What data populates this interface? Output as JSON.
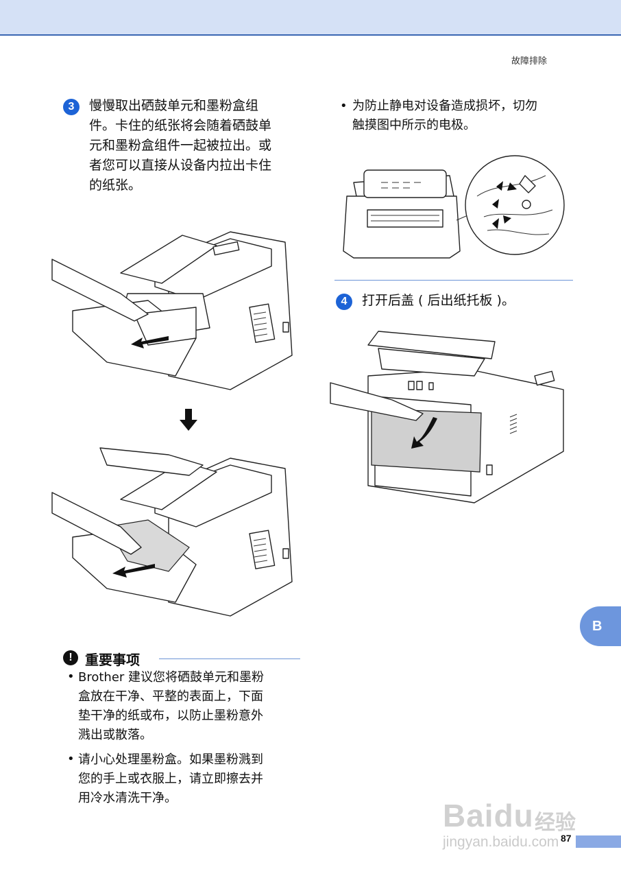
{
  "header": {
    "section_title": "故障排除"
  },
  "step3": {
    "number": "3",
    "lines": [
      "慢慢取出硒鼓单元和墨粉盒组",
      "件。卡住的纸张将会随着硒鼓单",
      "元和墨粉盒组件一起被拉出。或",
      "者您可以直接从设备内拉出卡住",
      "的纸张。"
    ]
  },
  "static_note": {
    "bullet": "•",
    "lines": [
      "为防止静电对设备造成损坏，切勿",
      "触摸图中所示的电极。"
    ]
  },
  "step4": {
    "number": "4",
    "text": "打开后盖 ( 后出纸托板 )。"
  },
  "important": {
    "icon": "!",
    "title": "重要事项",
    "items": [
      {
        "bullet": "•",
        "lines": [
          "Brother 建议您将硒鼓单元和墨粉",
          "盒放在干净、平整的表面上，下面",
          "垫干净的纸或布，以防止墨粉意外",
          "溅出或散落。"
        ]
      },
      {
        "bullet": "•",
        "lines": [
          "请小心处理墨粉盒。如果墨粉溅到",
          "您的手上或衣服上，请立即擦去并",
          "用冷水清洗干净。"
        ]
      }
    ]
  },
  "side_tab": {
    "label": "B"
  },
  "page_number": "87",
  "watermark": {
    "brand": "Baidu",
    "cn": "经验",
    "url": "jingyan.baidu.com"
  },
  "icons": {
    "step_badge": "numbered-circle-icon",
    "important": "exclamation-circle-icon",
    "arrow": "down-arrow-icon"
  },
  "colors": {
    "accent_blue": "#1d63d6",
    "header_band": "#d5e1f6",
    "tab_blue": "#6d96dd"
  }
}
